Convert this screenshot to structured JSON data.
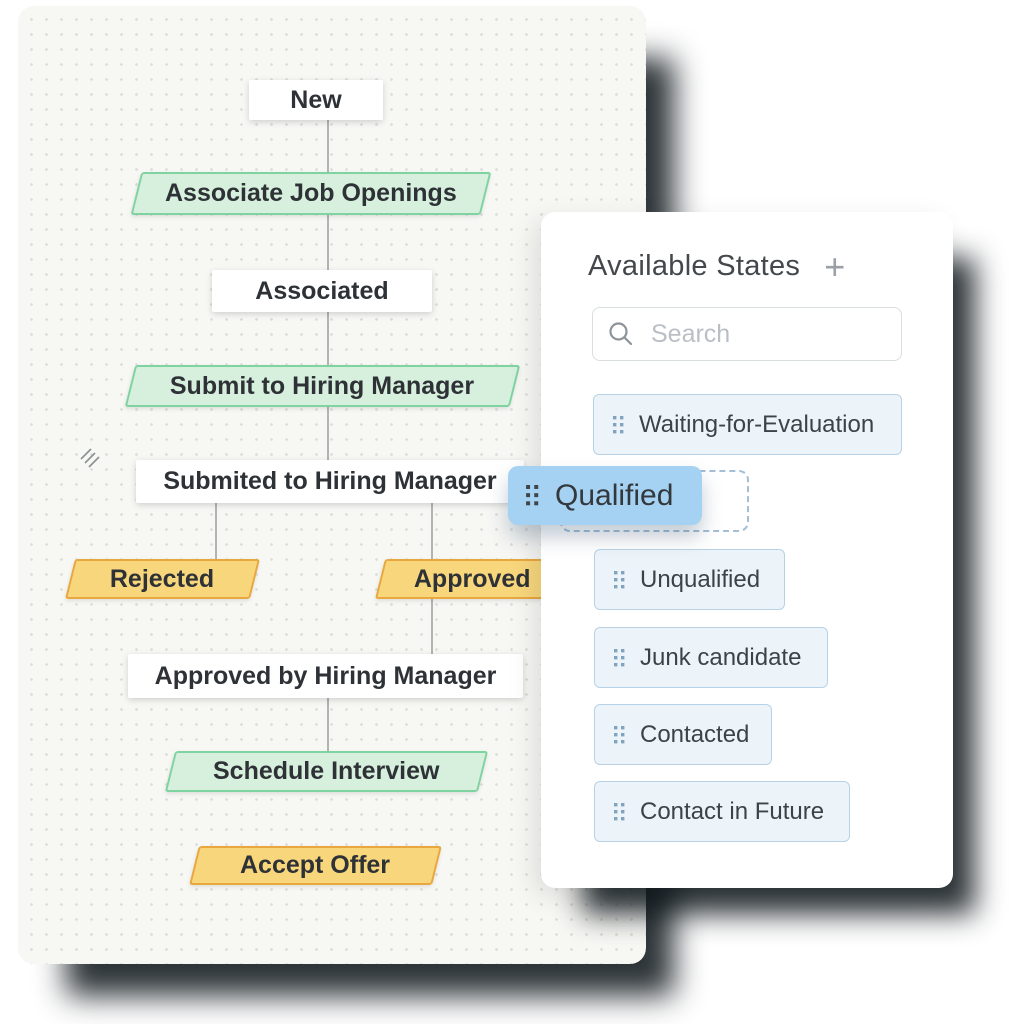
{
  "workflow": {
    "nodes": [
      {
        "label": "New",
        "kind": "state"
      },
      {
        "label": "Associate Job Openings",
        "kind": "transition-green"
      },
      {
        "label": "Associated",
        "kind": "state"
      },
      {
        "label": "Submit to Hiring Manager",
        "kind": "transition-green"
      },
      {
        "label": "Submited to Hiring Manager",
        "kind": "state"
      },
      {
        "label": "Rejected",
        "kind": "transition-yellow"
      },
      {
        "label": "Approved",
        "kind": "transition-yellow"
      },
      {
        "label": "Approved by Hiring Manager",
        "kind": "state"
      },
      {
        "label": "Schedule Interview",
        "kind": "transition-green"
      },
      {
        "label": "Accept Offer",
        "kind": "transition-yellow"
      }
    ]
  },
  "available_states_panel": {
    "title": "Available States",
    "add_button": "+",
    "search_placeholder": "Search",
    "states": [
      {
        "label": "Waiting-for-Evaluation"
      },
      {
        "label": "Unqualified"
      },
      {
        "label": "Junk candidate"
      },
      {
        "label": "Contacted"
      },
      {
        "label": "Contact in Future"
      }
    ],
    "dragging_state": {
      "label": "Qualified"
    }
  },
  "colors": {
    "transition_green_fill": "#d7f0de",
    "transition_green_border": "#7fd3a1",
    "transition_yellow_fill": "#f8d77c",
    "transition_yellow_border": "#e9a740",
    "state_chip_fill": "#edf4f9",
    "state_chip_border": "#b7d2e6",
    "dragging_chip_fill": "#a5d2f3",
    "canvas_background": "#f7f7f4"
  }
}
